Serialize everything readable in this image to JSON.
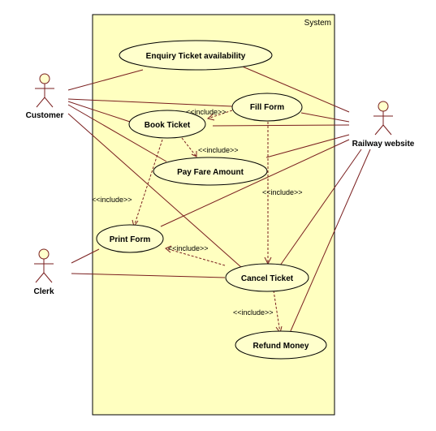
{
  "system": {
    "label": "System"
  },
  "actors": {
    "customer": "Customer",
    "clerk": "Clerk",
    "railway": "Railway website"
  },
  "use_cases": {
    "enquiry": "Enquiry Ticket availability",
    "fill_form": "Fill Form",
    "book_ticket": "Book Ticket",
    "pay_fare": "Pay Fare Amount",
    "print_form": "Print Form",
    "cancel_ticket": "Cancel Ticket",
    "refund_money": "Refund Money"
  },
  "relations": {
    "include_label": "<<include>>"
  },
  "colors": {
    "boundary_fill": "#ffffc0",
    "usecase_fill": "#ffffcc",
    "line": "#7a1f1f"
  }
}
